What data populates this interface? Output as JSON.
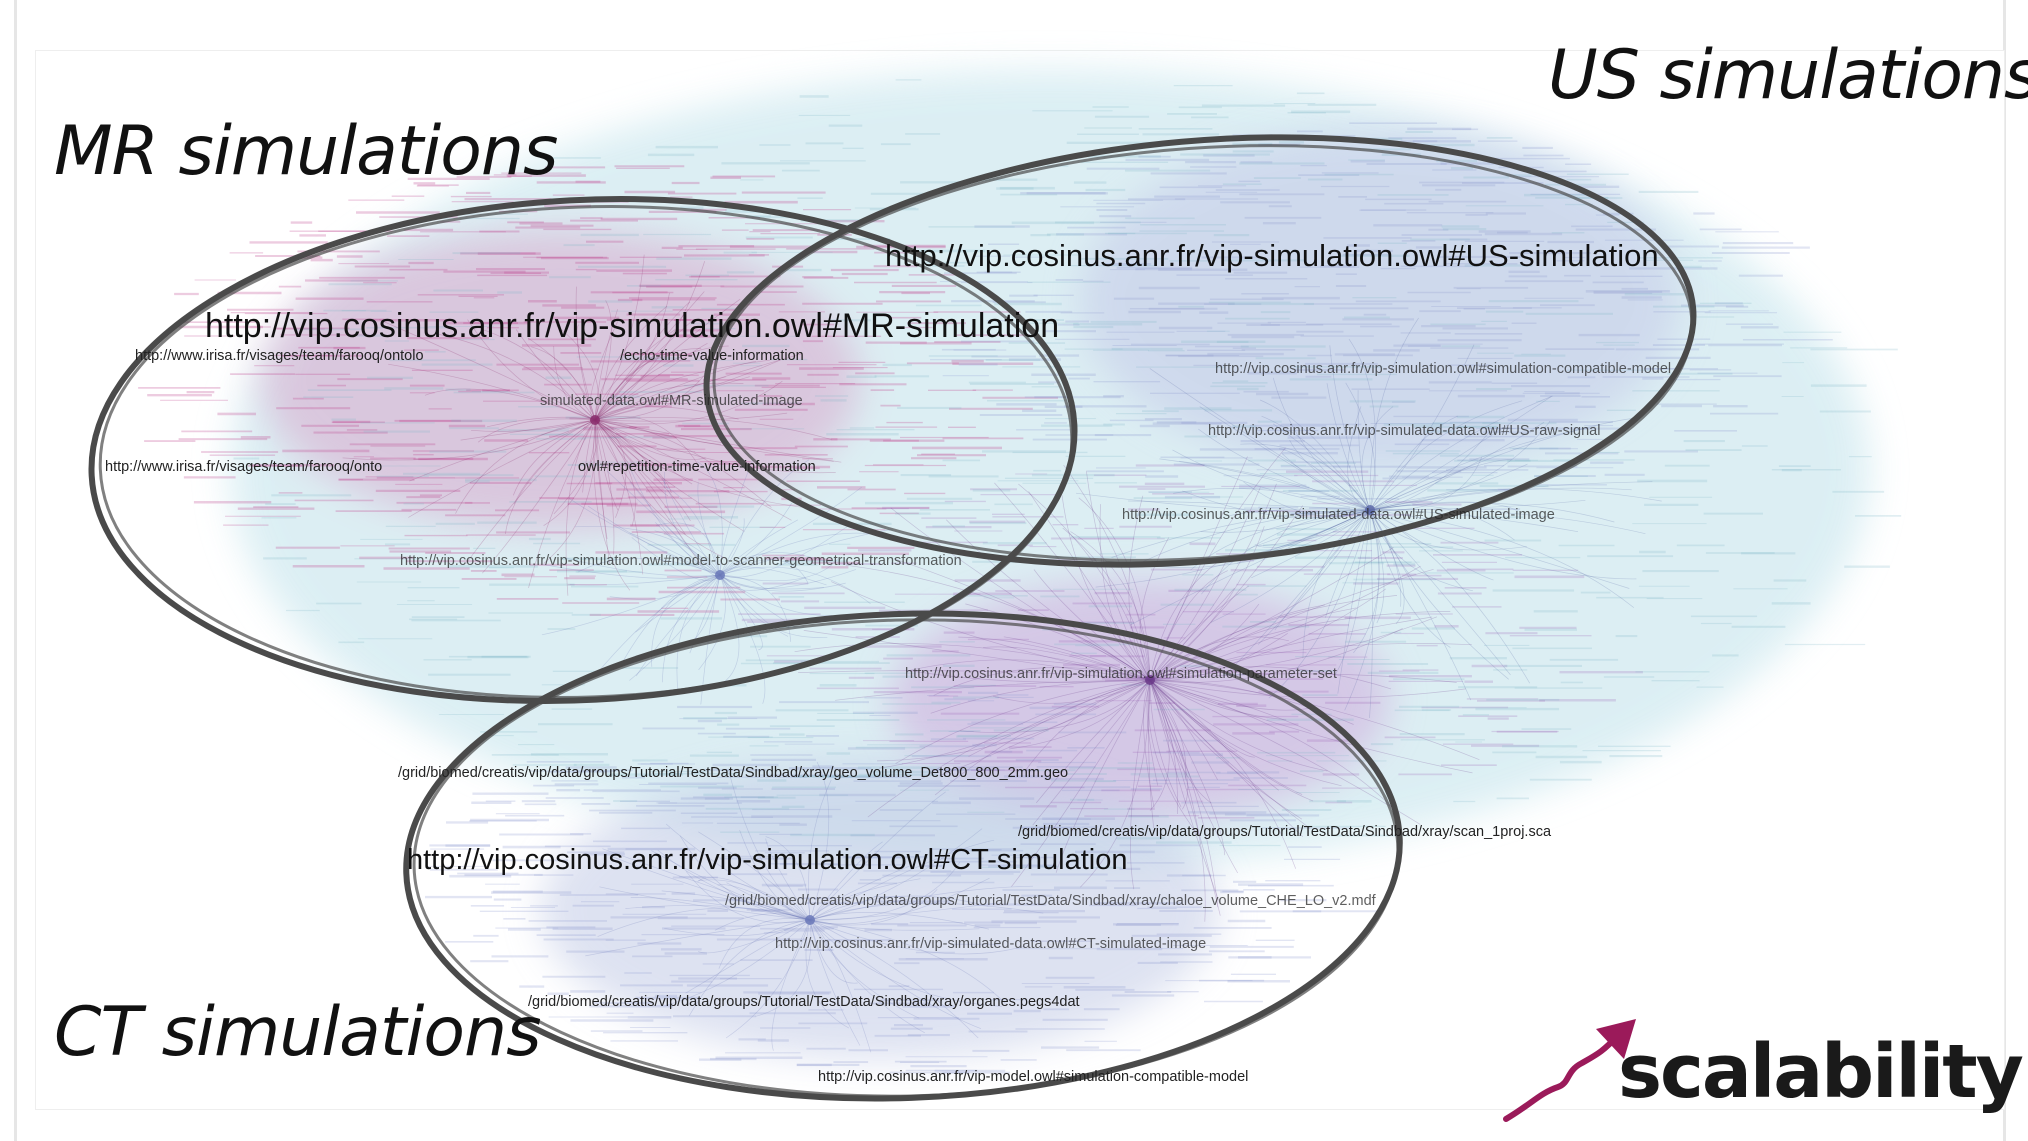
{
  "regions": {
    "mr_title": "MR simulations",
    "us_title": "US simulations",
    "ct_title": "CT simulations"
  },
  "nodes": {
    "mr_main": "http://vip.cosinus.anr.fr/vip-simulation.owl#MR-simulation",
    "mr_farooq_1": "http://www.irisa.fr/visages/team/farooq/ontolo",
    "mr_echo_time": "/echo-time-value-information",
    "mr_simulated_image": "simulated-data.owl#MR-simulated-image",
    "mr_farooq_2": "http://www.irisa.fr/visages/team/farooq/onto",
    "mr_repetition_time": "owl#repetition-time-value-information",
    "mr_model_to_scanner": "http://vip.cosinus.anr.fr/vip-simulation.owl#model-to-scanner-geometrical-transformation",
    "us_main": "http://vip.cosinus.anr.fr/vip-simulation.owl#US-simulation",
    "us_compatible_model": "http://vip.cosinus.anr.fr/vip-simulation.owl#simulation-compatible-model",
    "us_raw_signal": "http://vip.cosinus.anr.fr/vip-simulated-data.owl#US-raw-signal",
    "us_simulated_image": "http://vip.cosinus.anr.fr/vip-simulated-data.owl#US-simulated-image",
    "param_set": "http://vip.cosinus.anr.fr/vip-simulation.owl#simulation-parameter-set",
    "geo_volume": "/grid/biomed/creatis/vip/data/groups/Tutorial/TestData/Sindbad/xray/geo_volume_Det800_800_2mm.geo",
    "scan_proj": "/grid/biomed/creatis/vip/data/groups/Tutorial/TestData/Sindbad/xray/scan_1proj.sca",
    "ct_main": "http://vip.cosinus.anr.fr/vip-simulation.owl#CT-simulation",
    "ct_mdf": "/grid/biomed/creatis/vip/data/groups/Tutorial/TestData/Sindbad/xray/chaloe_volume_CHE_LO_v2.mdf",
    "ct_simulated_image": "http://vip.cosinus.anr.fr/vip-simulated-data.owl#CT-simulated-image",
    "ct_organes": "/grid/biomed/creatis/vip/data/groups/Tutorial/TestData/Sindbad/xray/organes.pegs4dat",
    "ct_compatible_model": "http://vip.cosinus.anr.fr/vip-model.owl#simulation-compatible-model"
  },
  "logo": {
    "text": "scalability",
    "arrow_color": "#9b1a5a"
  },
  "colors": {
    "mr_cluster": "#b8307f",
    "us_cluster": "#9aa6d6",
    "ct_cluster": "#9aa6d6",
    "param_cluster": "#a45fb8",
    "background_cluster": "#cfe8ef",
    "ellipse_stroke": "#4a4a4a"
  }
}
